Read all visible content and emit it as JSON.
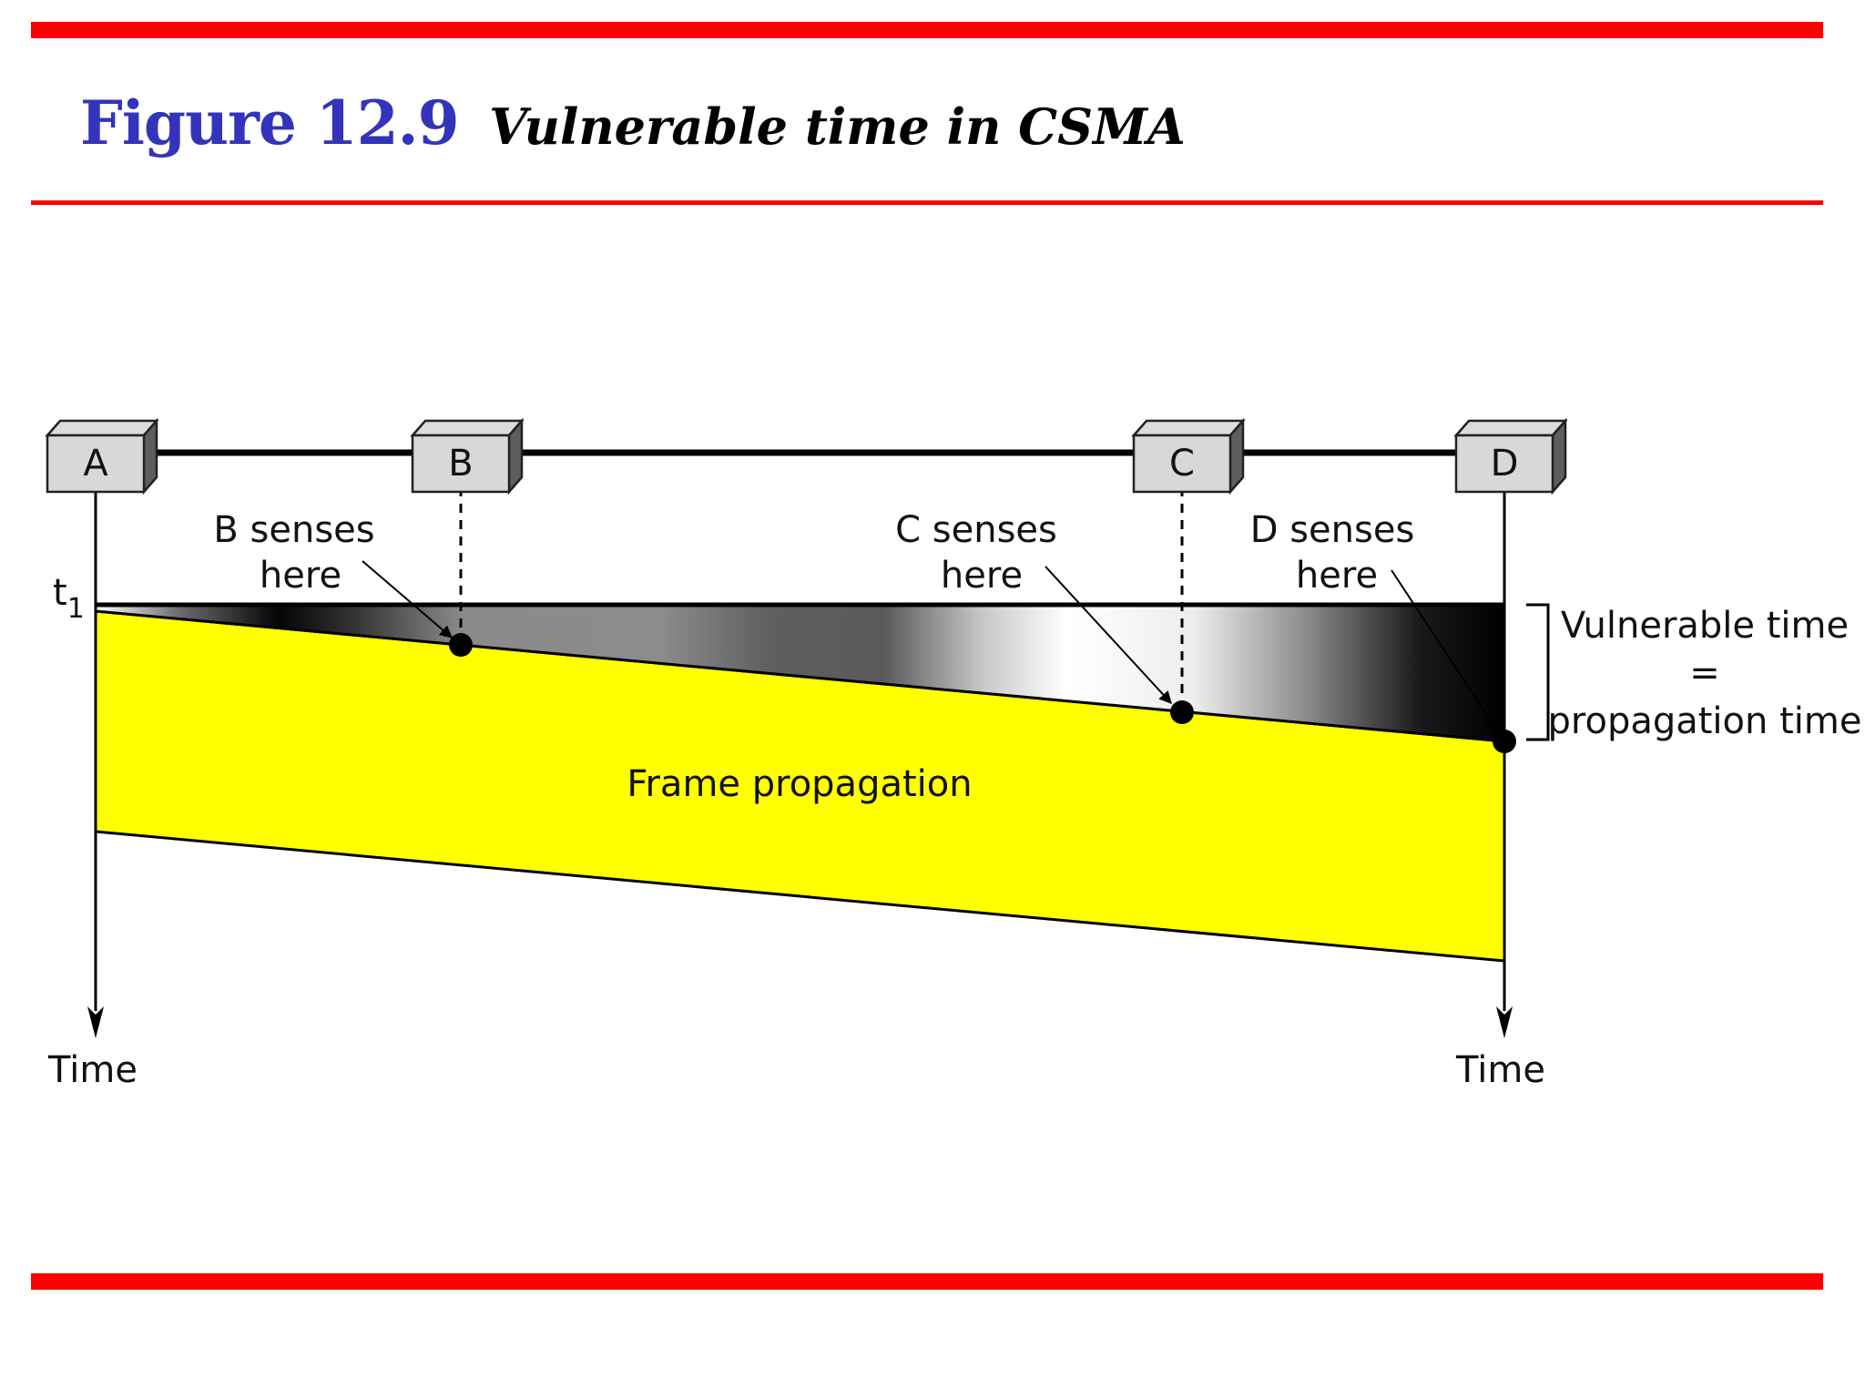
{
  "slide": {
    "figure_number": "Figure 12.9",
    "figure_title": "Vulnerable time in CSMA",
    "colors": {
      "rule": "#ff0000",
      "figure_number": "#3333bb",
      "frame_fill": "#ffff00"
    }
  },
  "diagram": {
    "stations": [
      "A",
      "B",
      "C",
      "D"
    ],
    "start_time_label": "t",
    "start_time_subscript": "1",
    "sense_labels": [
      [
        "B senses",
        "here"
      ],
      [
        "C senses",
        "here"
      ],
      [
        "D senses",
        "here"
      ]
    ],
    "vulnerable_label": [
      "Vulnerable time",
      "=",
      "propagation time"
    ],
    "frame_label": "Frame propagation",
    "axis_label_left": "Time",
    "axis_label_right": "Time"
  }
}
